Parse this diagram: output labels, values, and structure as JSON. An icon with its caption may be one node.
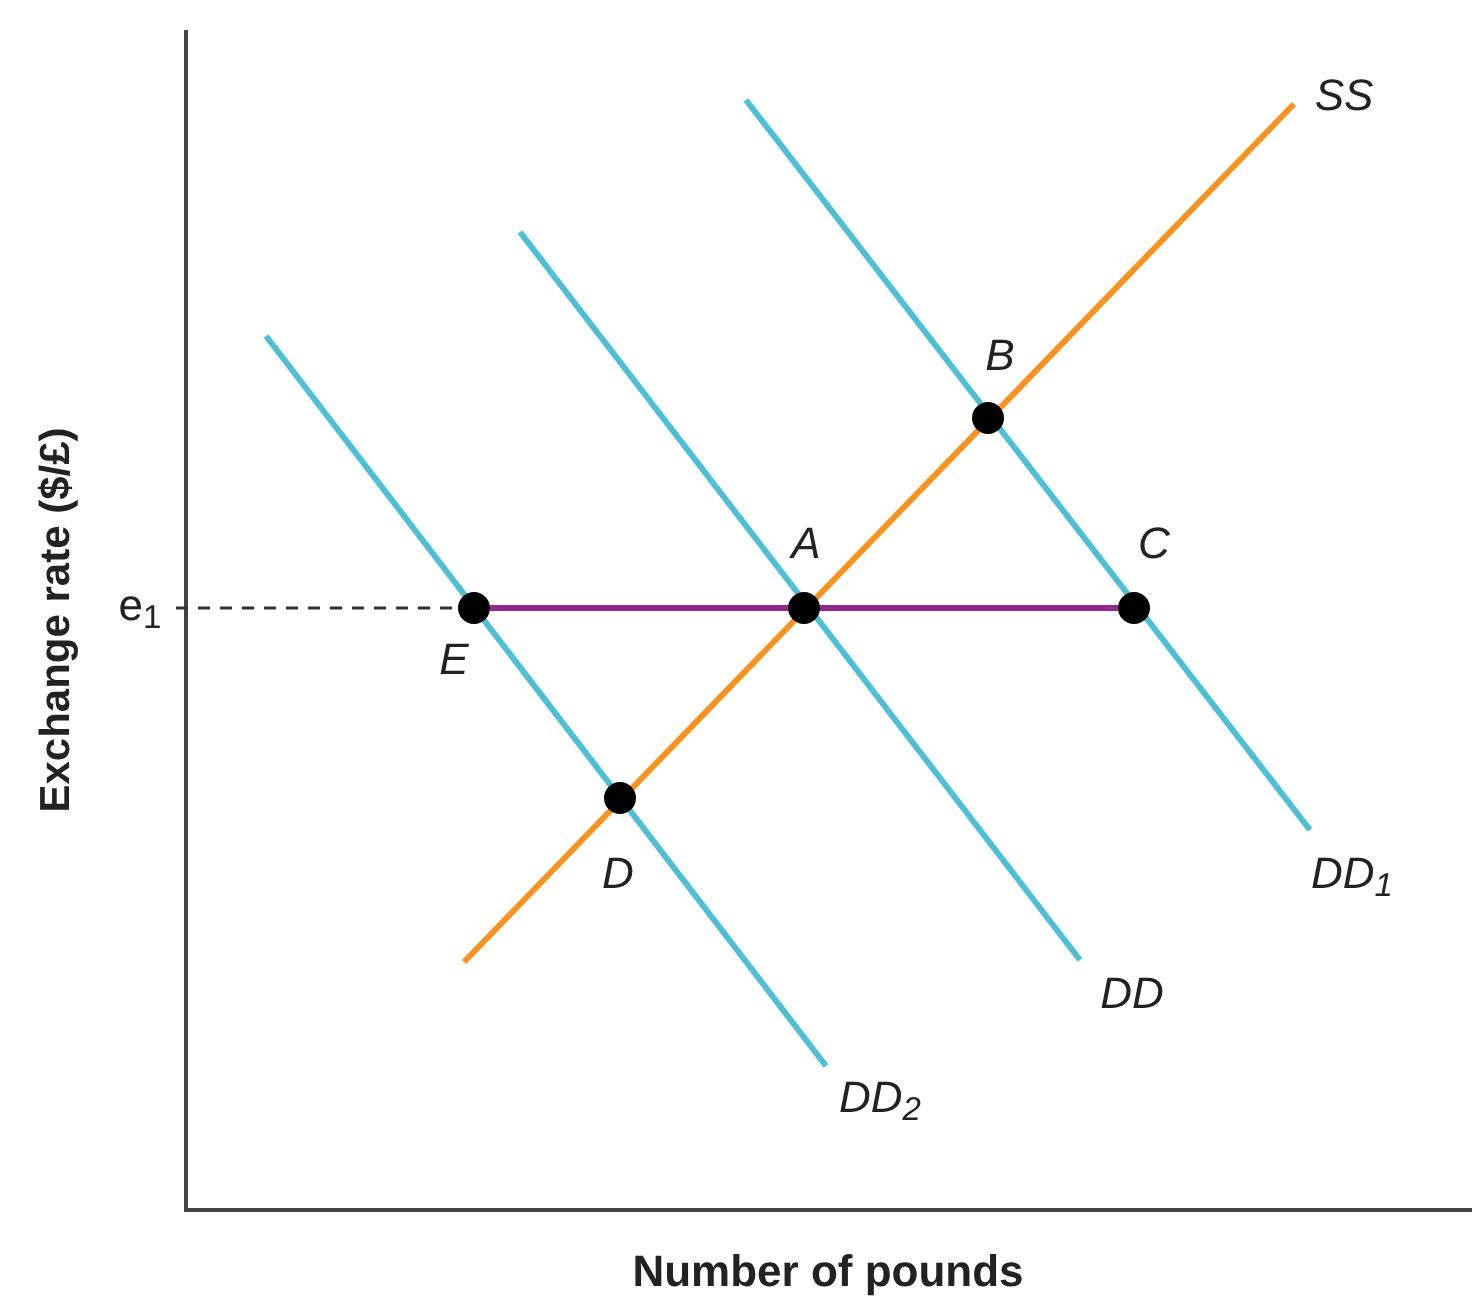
{
  "diagram": {
    "nodes": [
      {
        "text": [],
        "shape": "circle",
        "beside": [
          "B"
        ]
      },
      {
        "text": [
          "e$_{1}$"
        ]
      },
      {
        "text": [],
        "shape": "circle",
        "beside": [
          "E"
        ]
      },
      {
        "text": [],
        "shape": "circle",
        "beside": [
          "A"
        ]
      },
      {
        "text": [],
        "shape": "circle",
        "beside": [
          "C"
        ]
      },
      {
        "text": [],
        "shape": "circle",
        "beside": [
          "D"
        ]
      }
    ],
    "edges": [
      {
        "from": 1,
        "to": 2,
        "arrow": "none",
        "style": "dashed",
        "color": "#333333"
      },
      {
        "from": 2,
        "to": 3,
        "arrow": "none",
        "color": "#92278f"
      },
      {
        "from": 3,
        "to": 4,
        "arrow": "none",
        "color": "#92278f"
      }
    ],
    "labels": [
      "SS",
      "DD$_{1}$",
      "DD",
      "DD$_{2}$",
      "Exchange rate ($/£)",
      "Number of pounds"
    ]
  }
}
